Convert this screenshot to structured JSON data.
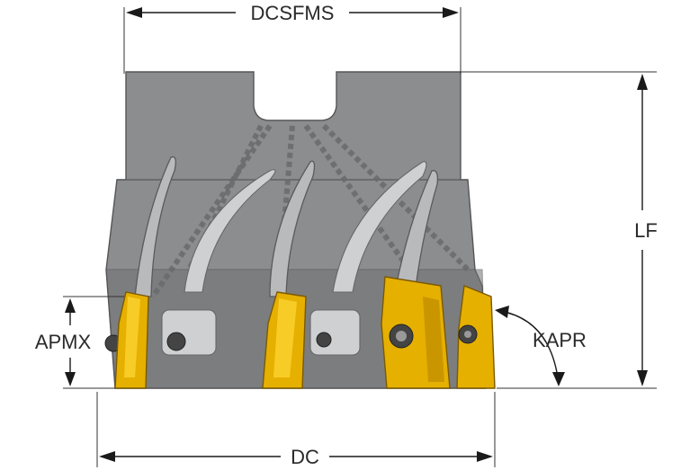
{
  "labels": {
    "dcsfms": "DCSFMS",
    "lf": "LF",
    "apmx": "APMX",
    "kapr": "KAPR",
    "dc": "DC"
  },
  "colors": {
    "body": "#8c8d8f",
    "insert": "#e6b000",
    "dimension": "#1a1a1a"
  }
}
